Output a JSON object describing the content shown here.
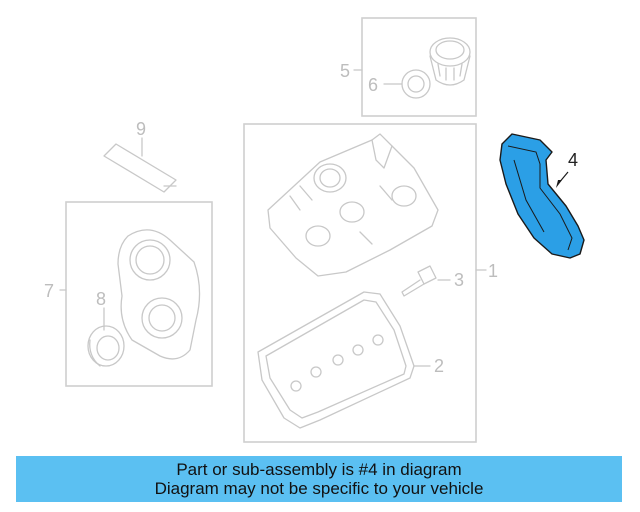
{
  "callouts": {
    "c1": "1",
    "c2": "2",
    "c3": "3",
    "c4": "4",
    "c5": "5",
    "c6": "6",
    "c7": "7",
    "c8": "8",
    "c9": "9"
  },
  "highlight_color": "#2b9fe6",
  "banner": {
    "line1": "Part or sub-assembly is #4 in diagram",
    "line2": "Diagram may not be specific to your vehicle",
    "color": "#5bc0f2"
  }
}
